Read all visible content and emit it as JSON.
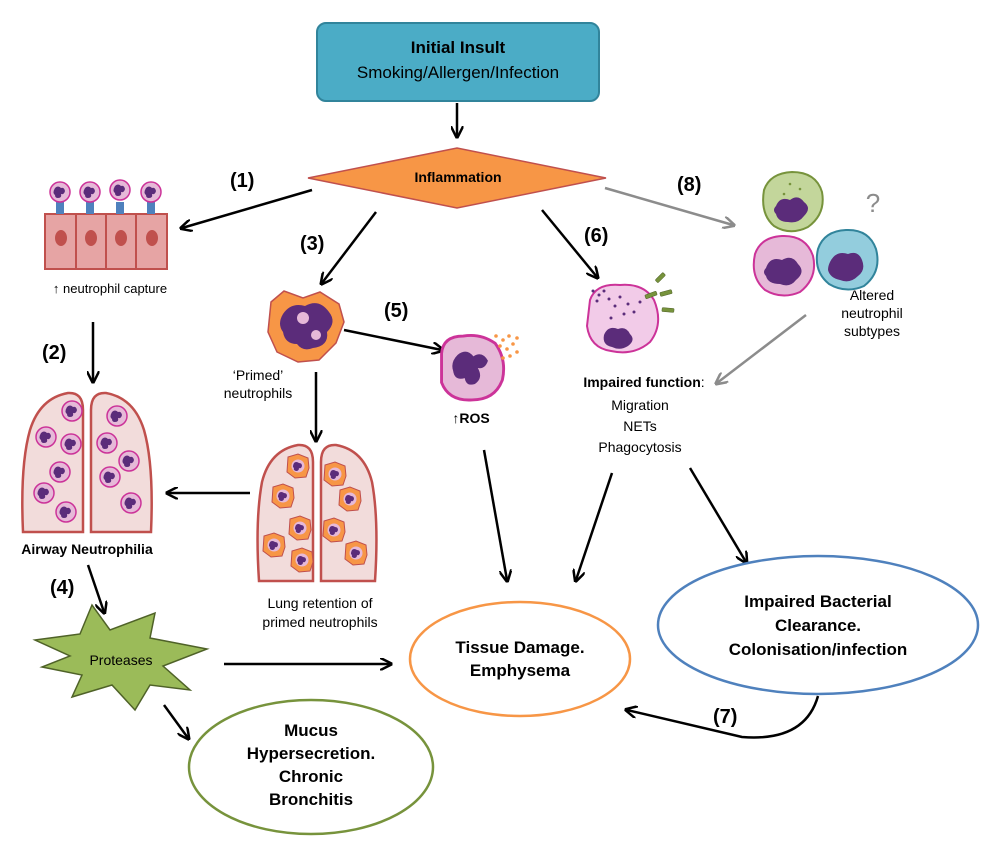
{
  "insult": {
    "title": "Initial Insult",
    "subtitle": "Smoking/Allergen/Infection"
  },
  "inflammation": "Inflammation",
  "steps": [
    "(1)",
    "(2)",
    "(3)",
    "(4)",
    "(5)",
    "(6)",
    "(7)",
    "(8)"
  ],
  "labels": {
    "capture": "↑ neutrophil capture",
    "primed_1": "‘Primed’",
    "primed_2": "neutrophils",
    "ros": "↑ROS",
    "altered_1": "Altered",
    "altered_2": "neutrophil",
    "altered_3": "subtypes",
    "question": "?",
    "impaired_title": "Impaired function",
    "impaired_items": [
      "Migration",
      "NETs",
      "Phagocytosis"
    ],
    "airway": "Airway Neutrophilia",
    "retention_1": "Lung retention of",
    "retention_2": "primed neutrophils",
    "proteases": "Proteases"
  },
  "outcomes": {
    "tissue": [
      "Tissue Damage.",
      "Emphysema"
    ],
    "bacterial": [
      "Impaired Bacterial",
      "Clearance.",
      "Colonisation/infection"
    ],
    "mucus": [
      "Mucus",
      "Hypersecretion.",
      "Chronic",
      "Bronchitis"
    ]
  },
  "colors": {
    "insult_fill": "#4bacc6",
    "insult_border": "#31849b",
    "inflammation_fill": "#f79646",
    "neutrophil_pink": "#e6b9d8",
    "neutrophil_border": "#cc3399",
    "nucleus": "#5b2c7a",
    "primed_fill": "#f79646",
    "epithelium": "#e6a4a4",
    "epithelium_border": "#c0504d",
    "lung_fill": "#f2dcdb",
    "protease_fill": "#9bbb59",
    "tissue_border": "#f79646",
    "bacterial_border": "#4f81bd",
    "mucus_border": "#77933c",
    "grey_arrow": "#8c8c8c",
    "green_cell": "#c3d69b",
    "blue_cell": "#93cddd"
  }
}
